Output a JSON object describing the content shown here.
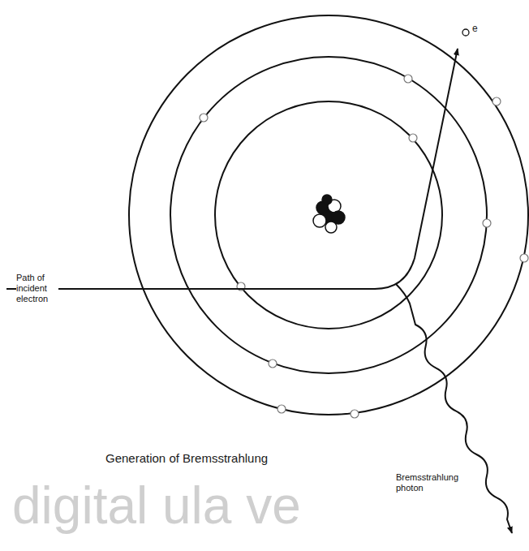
{
  "diagram": {
    "caption": "Generation of Bremsstrahlung",
    "labels": [
      "Path of incident electron",
      "Bremsstrahlung photon",
      "e",
      "digital ula ve"
    ]
  }
}
